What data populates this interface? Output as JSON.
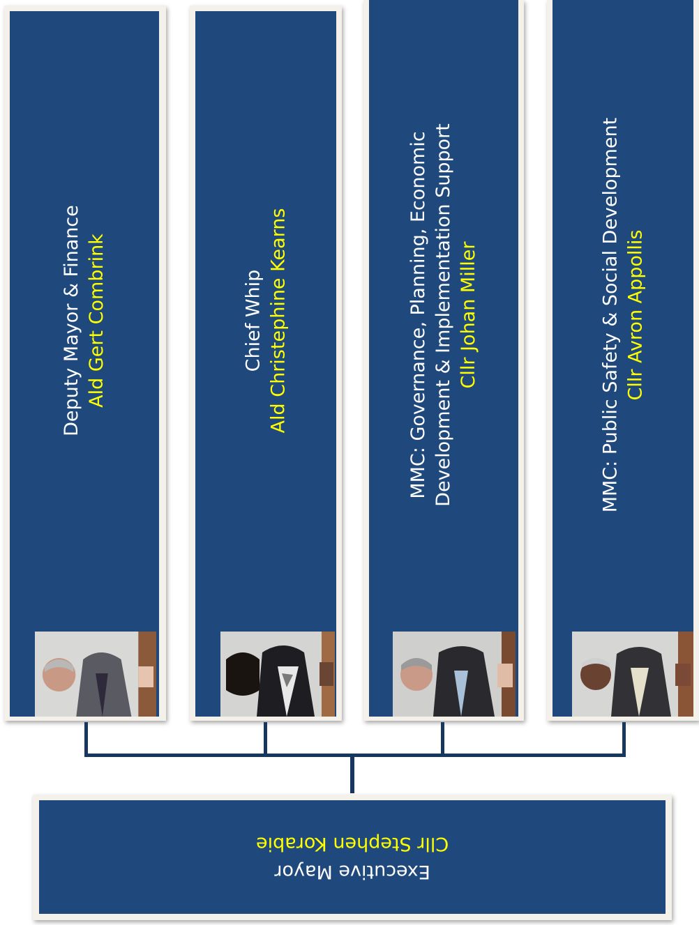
{
  "members": [
    {
      "title_lines": [
        "Deputy Mayor & Finance"
      ],
      "name": "Ald Gert Combrink",
      "photo": "portrait-photo"
    },
    {
      "title_lines": [
        "Chief Whip"
      ],
      "name": "Ald Christephine Kearns",
      "photo": "portrait-photo"
    },
    {
      "title_lines": [
        "MMC: Governance, Planning, Economic",
        "Development & Implementation Support"
      ],
      "name": "Cllr  Johan Miller",
      "photo": "portrait-photo"
    },
    {
      "title_lines": [
        "MMC: Public Safety &  Social Development"
      ],
      "name": "Cllr Avron Appollis",
      "photo": "portrait-photo"
    }
  ],
  "mayor": {
    "title": "Executive Mayor",
    "name": "Cllr Stephen Korabie"
  },
  "colors": {
    "panel": "#1f497d",
    "title_text": "#ffffff",
    "name_text": "#ffff00",
    "connector": "#17375e"
  }
}
